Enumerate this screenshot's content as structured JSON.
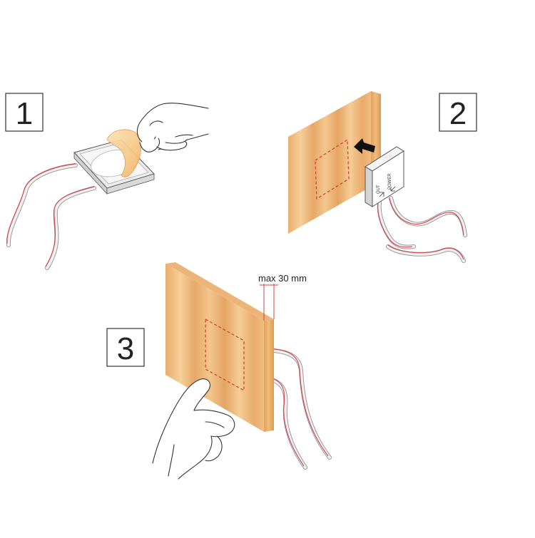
{
  "steps": [
    {
      "number": "1"
    },
    {
      "number": "2"
    },
    {
      "number": "3"
    }
  ],
  "dimension_label": "max 30 mm",
  "module": {
    "port_out": "OUT",
    "port_power": "POWER"
  },
  "colors": {
    "wood_light": "#f4c489",
    "wood_dark": "#e2a565",
    "wood_side": "#d8934e",
    "wood_top": "#eab57a",
    "cable_red": "#d0434a",
    "cable_gray": "#bdbdbd",
    "outline": "#444444",
    "dashed_area": "#e0342c",
    "film": "#f7c27c"
  }
}
